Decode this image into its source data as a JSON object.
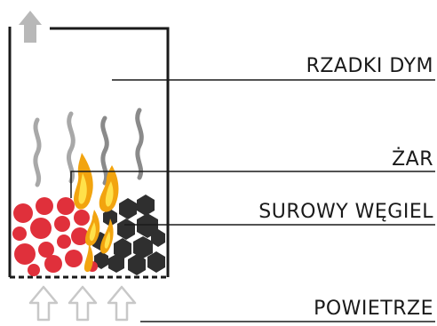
{
  "labels": {
    "smoke": "RZADKI DYM",
    "ember": "ŻAR",
    "raw_coal": "SUROWY WĘGIEL",
    "air": "POWIETRZE"
  },
  "icons": {
    "smoke_out": "up-arrow-icon",
    "air_in": "up-arrow-outline-icon",
    "smoke_wisp": "wavy-line-icon",
    "flame": "flame-icon",
    "ember_coal": "circle-icon",
    "raw_coal": "hexagon-icon"
  },
  "colors": {
    "outline": "#1a1a1a",
    "ember_coal": "#e0303b",
    "raw_coal": "#2f2f2f",
    "flame_outer": "#f2a40f",
    "flame_inner": "#ffe14a",
    "smoke_out_arrow": "#b8b8b8",
    "smoke_wisp": "#a8a8a8",
    "air_arrow": "#c8c8c8"
  }
}
